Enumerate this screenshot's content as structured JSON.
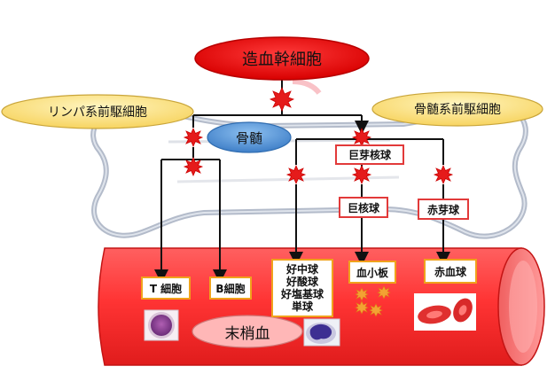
{
  "title": "造血幹細胞",
  "left_progenitor": "リンパ系前駆細胞",
  "right_progenitor": "骨髄系前駆細胞",
  "bone_marrow_label": "骨髄",
  "peripheral_blood_label": "末梢血",
  "megakaryocyte": "巨芽核球",
  "megakaryocyte2": "巨核球",
  "erythroblast": "赤芽球",
  "t_cell": "T 細胞",
  "b_cell": "B細胞",
  "granulocytes": [
    "好中球",
    "好酸球",
    "好塩基球",
    "単球"
  ],
  "platelet": "血小板",
  "rbc": "赤血球",
  "colors": {
    "hsc_oval": "#ff0000",
    "progenitor_oval": "#ffe38a",
    "bone_marrow_oval": "#4f8fd6",
    "vessel": "#ff4545",
    "star": "#e51b1b",
    "box_border_red": "#e23a3a",
    "box_border_orange": "#f0a21c"
  }
}
